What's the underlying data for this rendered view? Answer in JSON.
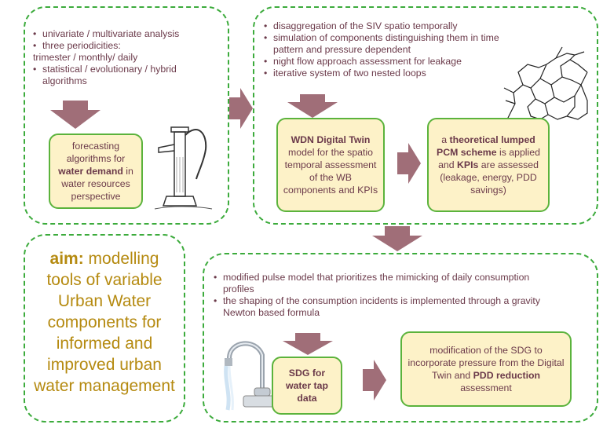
{
  "panel1": {
    "bullets": [
      "univariate / multivariate analysis",
      "three periodicities:",
      "trimester / monthly/ daily",
      "statistical / evolutionary / hybrid",
      "algorithms"
    ],
    "box": {
      "pre": "forecasting algorithms for",
      "bold": "water demand",
      "post": " in water resources perspective"
    }
  },
  "panel2": {
    "bullets": [
      "disaggregation of the SIV spatio temporally",
      "simulation of components distinguishing them in time",
      "pattern and pressure dependent",
      "night flow approach assessment for leakage",
      "iterative system of two nested loops"
    ],
    "box_left": {
      "bold": "WDN Digital Twin",
      "text": "model for the spatio temporal assessment of the WB components and KPIs"
    },
    "box_right": {
      "pre": "a ",
      "bold1": "theoretical lumped PCM scheme",
      "mid": " is applied and ",
      "bold2": "KPIs",
      "post": " are assessed (leakage, energy, PDD savings)"
    }
  },
  "aim": {
    "keyword": "aim:",
    "text": " modelling tools of variable Urban Water components for informed and improved urban water management"
  },
  "panel3": {
    "bullets": [
      "modified pulse model that prioritizes the mimicking of daily  consumption",
      "profiles",
      "the shaping of the consumption incidents is implemented through a gravity",
      "Newton based formula"
    ],
    "box_left": {
      "bold": "SDG for water tap data"
    },
    "box_right": {
      "pre": "modification of the SDG to incorporate pressure from the Digital Twin and ",
      "bold": "PDD reduction",
      "post": " assessment"
    }
  },
  "colors": {
    "dashed_border": "#3cab3c",
    "box_fill": "#fdf2c8",
    "box_border": "#5bb33c",
    "arrow": "#a06e78",
    "text": "#6b3a4a",
    "aim_text": "#b58a10"
  },
  "icons": [
    "hand-pump-icon",
    "water-network-icon",
    "water-tap-icon"
  ]
}
